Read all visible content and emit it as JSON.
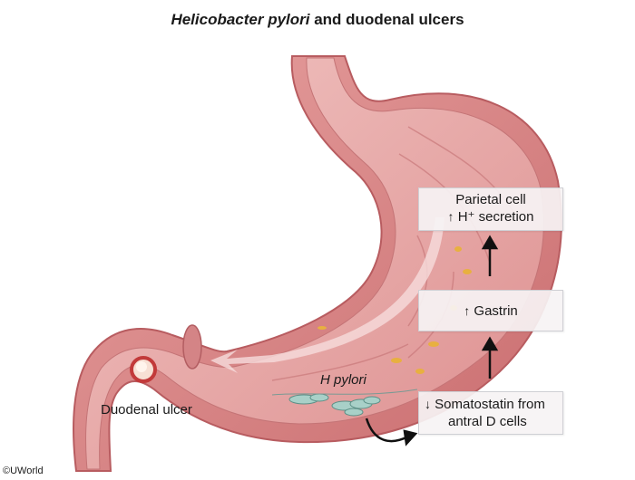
{
  "title": {
    "italic": "Helicobacter pylori",
    "rest": " and duodenal ulcers"
  },
  "boxes": {
    "parietal": {
      "line1": "Parietal cell",
      "arrow": "↑",
      "line2": "H⁺ secretion"
    },
    "gastrin": {
      "arrow": "↑",
      "text": "Gastrin"
    },
    "somatostatin": {
      "arrow": "↓",
      "line1": "Somatostatin from",
      "line2": "antral D cells"
    }
  },
  "labels": {
    "ulcer": "Duodenal ulcer",
    "hpylori": "H pylori"
  },
  "copyright": "©UWorld"
}
